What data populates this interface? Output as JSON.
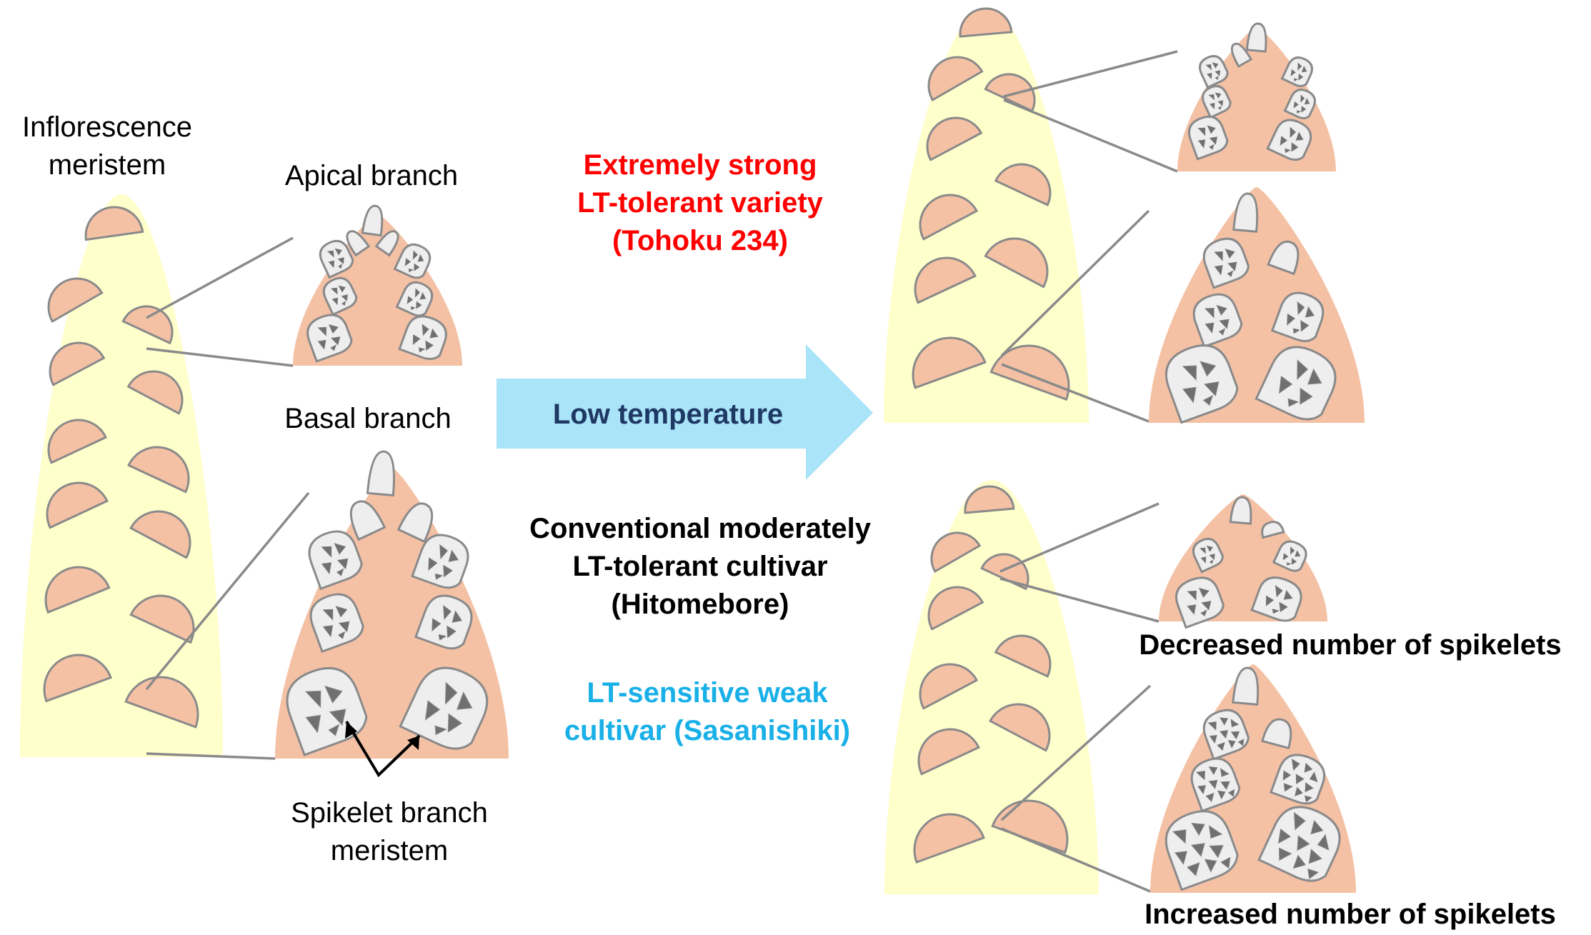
{
  "labels": {
    "inflorescence_meristem": [
      "Inflorescence",
      "meristem"
    ],
    "apical_branch": "Apical branch",
    "basal_branch": "Basal branch",
    "spikelet_branch_meristem": [
      "Spikelet branch",
      "meristem"
    ],
    "arrow_text": "Low temperature",
    "strong_variety": [
      "Extremely strong",
      "LT-tolerant variety",
      "(Tohoku 234)"
    ],
    "conventional_cultivar": [
      "Conventional moderately",
      "LT-tolerant cultivar",
      "(Hitomebore)"
    ],
    "sensitive_cultivar": [
      "LT-sensitive weak",
      "cultivar (Sasanishiki)"
    ],
    "decreased": "Decreased number of spikelets",
    "increased": "Increased number of spikelets"
  },
  "colors": {
    "inflorescence_fill": "#FFFFCC",
    "branch_fill": "#F4C1A5",
    "spikelet_fill": "#EEEEEE",
    "spikelet_dot": "#707070",
    "outline": "#8A8A8A",
    "arrow_fill": "#A9E4F8",
    "arrow_text": "#1F3864",
    "strong_text": "#FF0000",
    "sensitive_text": "#19B0E8",
    "normal_text": "#000000"
  }
}
